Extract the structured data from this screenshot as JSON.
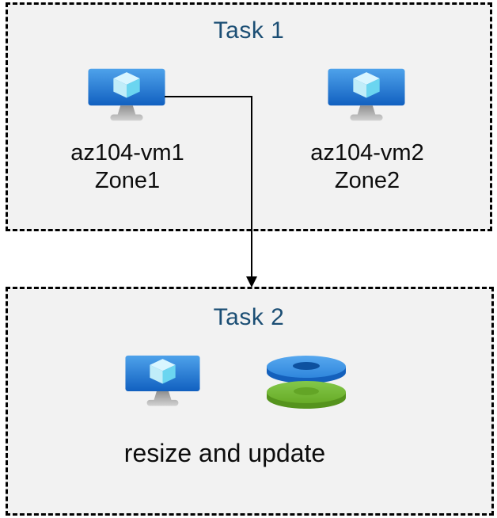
{
  "task1": {
    "title": "Task 1",
    "vms": [
      {
        "name": "az104-vm1",
        "zone": "Zone1"
      },
      {
        "name": "az104-vm2",
        "zone": "Zone2"
      }
    ]
  },
  "task2": {
    "title": "Task 2",
    "caption": "resize and update"
  },
  "icons": {
    "vm": "virtual-machine-icon",
    "disk_top": "managed-disk-blue-icon",
    "disk_bottom": "managed-disk-green-icon",
    "arrow": "elbow-arrow-connector"
  },
  "colors": {
    "panel_background": "#f2f2f2",
    "panel_border": "#000000",
    "title_text": "#1b4e74",
    "label_text": "#0d0d0d",
    "vm_screen_top": "#4fa3eb",
    "vm_screen_bottom": "#1160c0",
    "cube_top": "#d9f6ff",
    "cube_left": "#c0edf9",
    "cube_right": "#6bd5f0",
    "stand_dark": "#8f8f8f",
    "stand_light": "#d4d4d4",
    "disk_blue_top": "#4a9ae8",
    "disk_blue_side": "#1460bc",
    "disk_blue_hole": "#0d519f",
    "disk_green_top": "#79bd35",
    "disk_green_side": "#55931d",
    "disk_green_hole": "#63a526",
    "arrow": "#000000"
  }
}
